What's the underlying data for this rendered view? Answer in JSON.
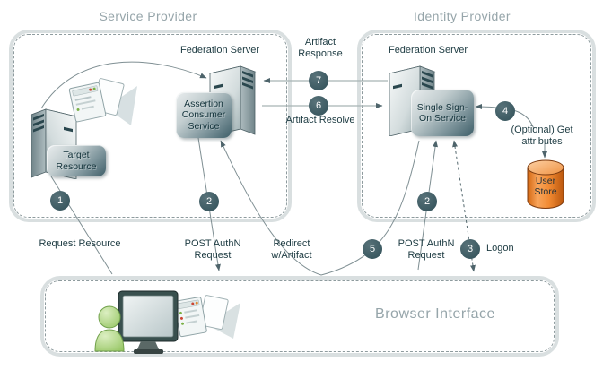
{
  "titles": {
    "service_provider": "Service Provider",
    "identity_provider": "Identity Provider",
    "browser": "Browser Interface"
  },
  "nodes": {
    "sp_federation_server": "Federation Server",
    "idp_federation_server": "Federation Server",
    "assertion_consumer_service": "Assertion Consumer Service",
    "single_sign_on_service": "Single Sign-On Service",
    "target_resource": "Target Resource",
    "user_store": "User Store"
  },
  "steps": {
    "s1": {
      "number": "1",
      "label": "Request Resource"
    },
    "s2_sp": {
      "number": "2",
      "label": "POST AuthN Request"
    },
    "s2_idp": {
      "number": "2",
      "label": "POST AuthN Request"
    },
    "s3": {
      "number": "3",
      "label": "Logon"
    },
    "s4": {
      "number": "4",
      "label": "(Optional) Get attributes"
    },
    "s5": {
      "number": "5",
      "label": "Redirect w/Artifact"
    },
    "s6": {
      "number": "6",
      "label": "Artifact Resolve"
    },
    "s7": {
      "number": "7",
      "label": "Artifact Response"
    }
  },
  "colors": {
    "step_circle": "#3f5f68",
    "label_text": "#1d3b42",
    "zone_border": "#d9dfe0",
    "title_text": "#96a5aa",
    "user_store_orange": "#ef8836"
  }
}
